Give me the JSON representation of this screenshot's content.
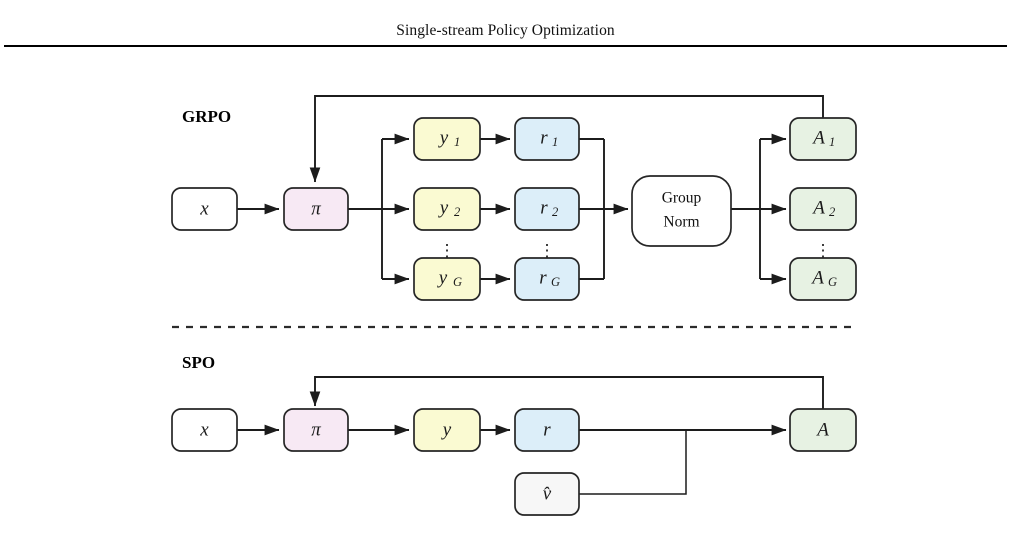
{
  "header": {
    "title": "Single-stream Policy Optimization"
  },
  "figure": {
    "sections": [
      {
        "id": "grpo",
        "label": "GRPO"
      },
      {
        "id": "spo",
        "label": "SPO"
      }
    ],
    "colors": {
      "input_fill": "#ffffff",
      "policy_fill": "#f7e9f4",
      "output_fill": "#fafad2",
      "reward_fill": "#dceef9",
      "advantage_fill": "#e7f2e3",
      "value_fill": "#f7f7f7",
      "groupnorm_fill": "#ffffff",
      "stroke": "#262626",
      "wire": "#1c1c1c"
    },
    "grpo": {
      "input": {
        "label": "x",
        "name": "grpo-input-x"
      },
      "policy": {
        "label": "π",
        "name": "grpo-policy-pi"
      },
      "outputs": [
        {
          "base": "y",
          "sub": "1",
          "name": "grpo-output-y1"
        },
        {
          "base": "y",
          "sub": "2",
          "name": "grpo-output-y2"
        },
        {
          "base": "y",
          "sub": "G",
          "name": "grpo-output-yG"
        }
      ],
      "rewards": [
        {
          "base": "r",
          "sub": "1",
          "name": "grpo-reward-r1"
        },
        {
          "base": "r",
          "sub": "2",
          "name": "grpo-reward-r2"
        },
        {
          "base": "r",
          "sub": "G",
          "name": "grpo-reward-rG"
        }
      ],
      "group_norm": {
        "line1": "Group",
        "line2": "Norm",
        "name": "grpo-group-norm"
      },
      "advantages": [
        {
          "base": "A",
          "sub": "1",
          "name": "grpo-advantage-A1"
        },
        {
          "base": "A",
          "sub": "2",
          "name": "grpo-advantage-A2"
        },
        {
          "base": "A",
          "sub": "G",
          "name": "grpo-advantage-AG"
        }
      ],
      "ellipsis": "⋮"
    },
    "spo": {
      "input": {
        "label": "x",
        "name": "spo-input-x"
      },
      "policy": {
        "label": "π",
        "name": "spo-policy-pi"
      },
      "output": {
        "label": "y",
        "name": "spo-output-y"
      },
      "reward": {
        "label": "r",
        "name": "spo-reward-r"
      },
      "value": {
        "label": "v̂",
        "name": "spo-value-vhat"
      },
      "advantage": {
        "label": "A",
        "name": "spo-advantage-A"
      }
    }
  }
}
